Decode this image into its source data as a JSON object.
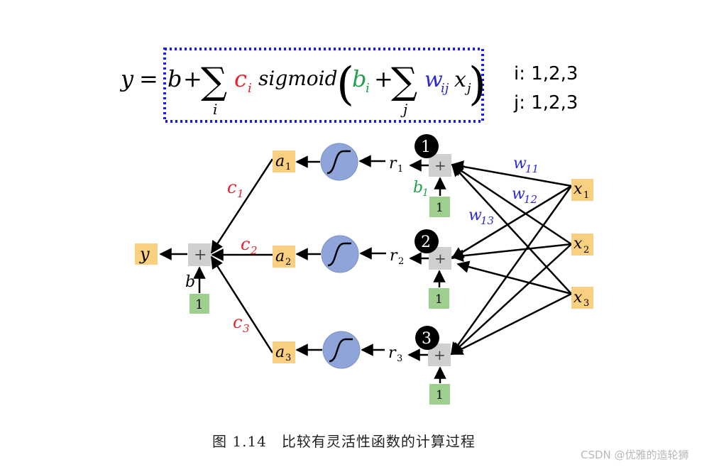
{
  "formula": {
    "lhs": "y",
    "equals": "=",
    "b": "b",
    "plus1": "+",
    "sum_symbol": "∑",
    "sum_i_sub": "i",
    "c": "c",
    "c_sub": "i",
    "sigmoid": "sigmoid",
    "lparen": "(",
    "bi": "b",
    "bi_sub": "i",
    "plus2": "+",
    "sum_j_sub": "j",
    "w": "w",
    "w_sub": "ij",
    "x": "x",
    "x_sub": "j",
    "rparen": ")",
    "range_i": "i: 1,2,3",
    "range_j": "j: 1,2,3",
    "box_color": "#1a1aff"
  },
  "colors": {
    "c_red": "#e8202a",
    "b_green": "#22a050",
    "w_blue": "#2a2ad0",
    "orange_node": "#f9cf82",
    "gray_node": "#cfcfcf",
    "green_node": "#9fcf8f",
    "sigmoid_fill": "#8fa5d9"
  },
  "diagram": {
    "output": {
      "label": "y"
    },
    "output_sum": {
      "label": "+",
      "bias_label": "b",
      "bias_input": "1"
    },
    "activations": [
      {
        "label": "a",
        "sub": "1",
        "weight": "c",
        "weight_sub": "1"
      },
      {
        "label": "a",
        "sub": "2",
        "weight": "c",
        "weight_sub": "2"
      },
      {
        "label": "a",
        "sub": "3",
        "weight": "c",
        "weight_sub": "3"
      }
    ],
    "hidden": [
      {
        "r": "r",
        "r_sub": "1",
        "badge": "1",
        "sum": "+",
        "bias": "1",
        "bias_label": "b",
        "bias_label_sub": "1"
      },
      {
        "r": "r",
        "r_sub": "2",
        "badge": "2",
        "sum": "+",
        "bias": "1",
        "bias_label": "",
        "bias_label_sub": ""
      },
      {
        "r": "r",
        "r_sub": "3",
        "badge": "3",
        "sum": "+",
        "bias": "1",
        "bias_label": "",
        "bias_label_sub": ""
      }
    ],
    "inputs": [
      {
        "label": "x",
        "sub": "1"
      },
      {
        "label": "x",
        "sub": "2"
      },
      {
        "label": "x",
        "sub": "3"
      }
    ],
    "weight_labels": [
      {
        "label": "w",
        "sub": "11"
      },
      {
        "label": "w",
        "sub": "12"
      },
      {
        "label": "w",
        "sub": "13"
      }
    ]
  },
  "caption": "图 1.14　比较有灵活性函数的计算过程",
  "watermark": "CSDN @优雅的造轮狮"
}
